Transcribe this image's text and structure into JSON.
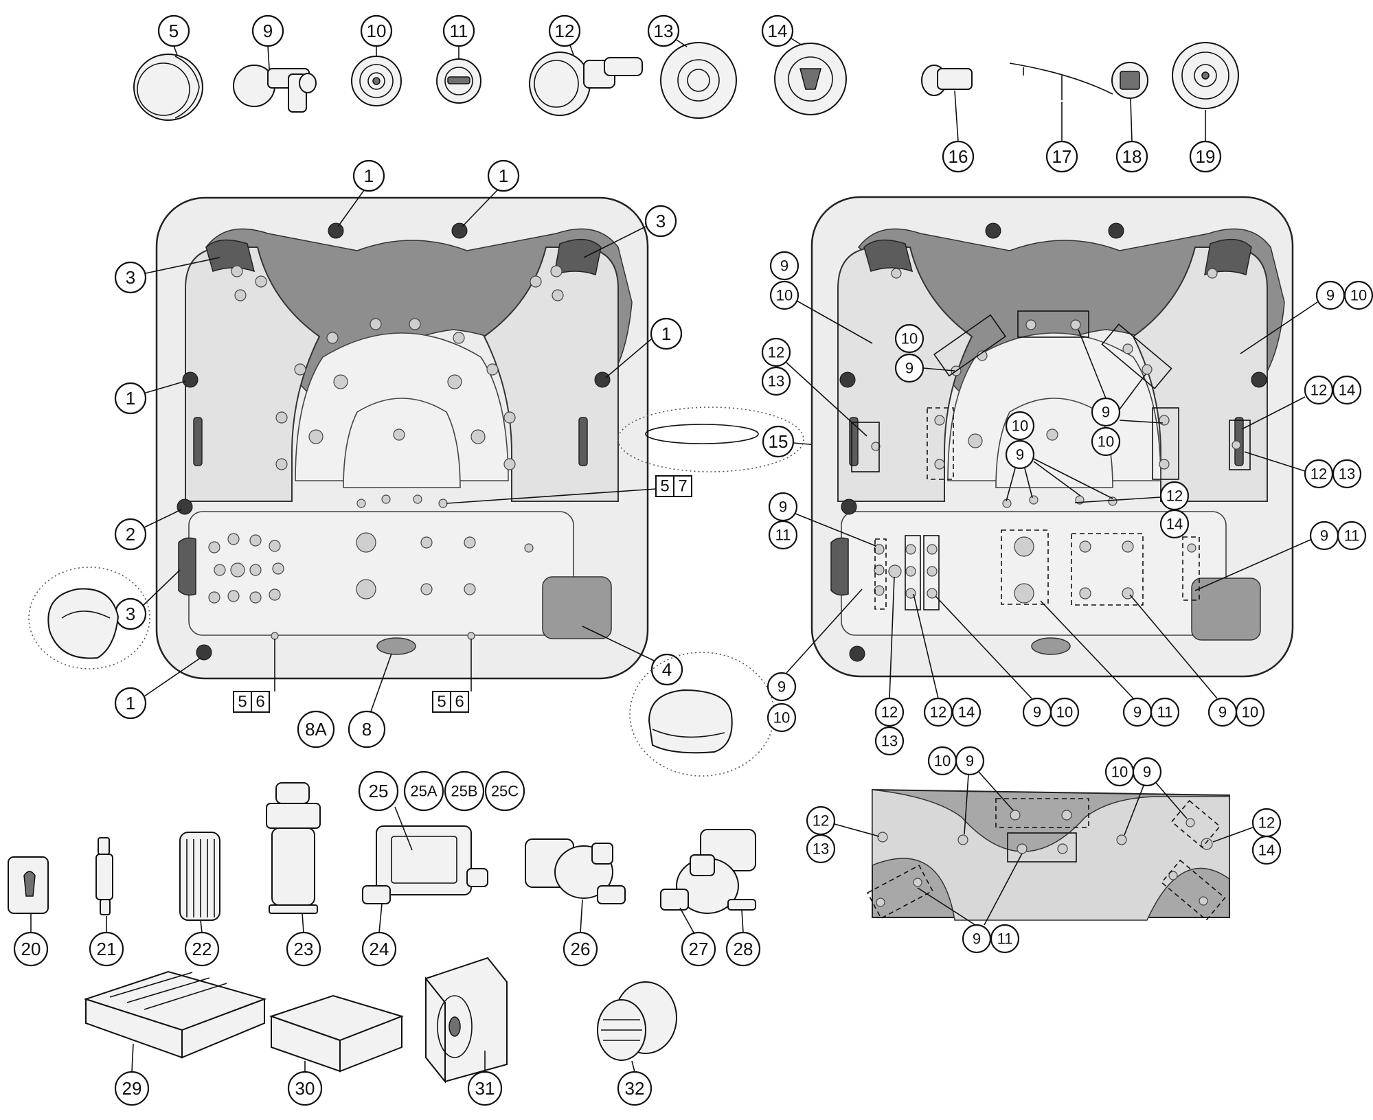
{
  "callouts": {
    "c5": "5",
    "c9": "9",
    "c10": "10",
    "c11": "11",
    "c12": "12",
    "c13": "13",
    "c14": "14",
    "c16": "16",
    "c17": "17",
    "c18": "18",
    "c19": "19",
    "c1": "1",
    "c2": "2",
    "c3": "3",
    "c4": "4",
    "c8": "8",
    "c8a": "8A",
    "c15": "15",
    "c20": "20",
    "c21": "21",
    "c22": "22",
    "c23": "23",
    "c24": "24",
    "c25": "25",
    "c25a": "25A",
    "c25b": "25B",
    "c25c": "25C",
    "c26": "26",
    "c27": "27",
    "c28": "28",
    "c29": "29",
    "c30": "30",
    "c31": "31",
    "c32": "32"
  },
  "square_labels": {
    "s5": "5",
    "s6": "6",
    "s7": "7"
  },
  "colors": {
    "ink": "#111111",
    "shell": "#ededed",
    "rim": "#8e8e8e",
    "panel": "#a8a8a8"
  }
}
